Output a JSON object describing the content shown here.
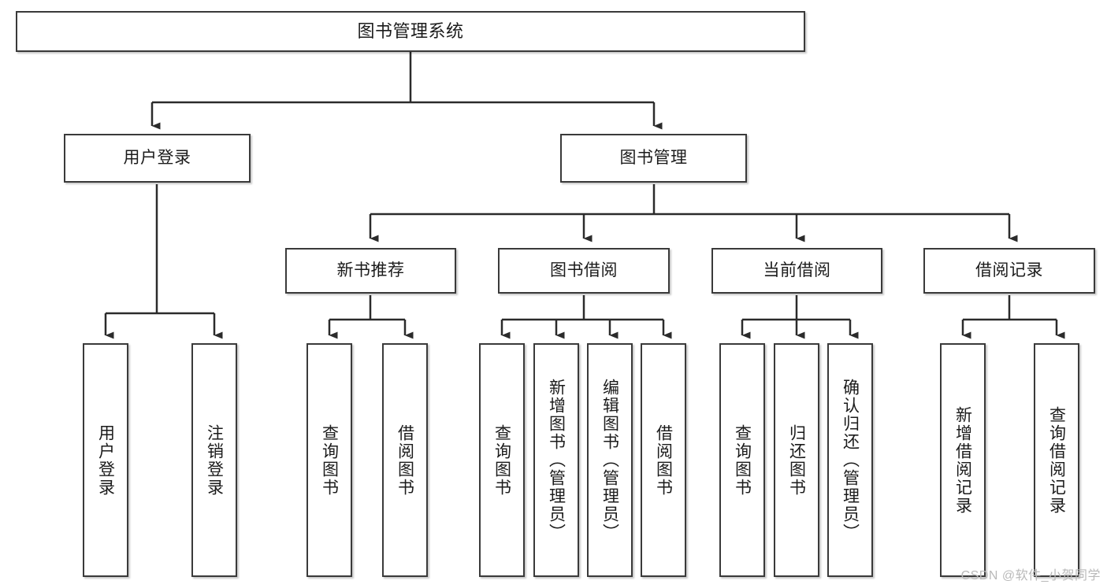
{
  "diagram": {
    "type": "tree-hierarchy",
    "title": "图书管理系统",
    "colors": {
      "box_border": "#3a3a3a",
      "box_fill": "#ffffff",
      "connector": "#2b2b2b",
      "text": "#1b1b1b",
      "watermark": "#b9b9b9",
      "background": "#ffffff"
    },
    "watermark": "CSDN @软件_小贺同学",
    "nodes": {
      "root": {
        "label": "图书管理系统"
      },
      "level2": [
        {
          "id": "user-login",
          "label": "用户登录"
        },
        {
          "id": "book-management",
          "label": "图书管理"
        }
      ],
      "level3": [
        {
          "id": "new-book-recommend",
          "label": "新书推荐"
        },
        {
          "id": "book-borrow",
          "label": "图书借阅"
        },
        {
          "id": "current-borrow",
          "label": "当前借阅"
        },
        {
          "id": "borrow-record",
          "label": "借阅记录"
        }
      ],
      "leaves": {
        "user_login": [
          {
            "id": "leaf-user-login",
            "label": "用户登录"
          },
          {
            "id": "leaf-logout-login",
            "label": "注销登录"
          }
        ],
        "new_book_recommend": [
          {
            "id": "leaf-query-book-1",
            "label": "查询图书"
          },
          {
            "id": "leaf-borrow-book-1",
            "label": "借阅图书"
          }
        ],
        "book_borrow": [
          {
            "id": "leaf-query-book-2",
            "label": "查询图书"
          },
          {
            "id": "leaf-add-book",
            "label": "新增图书（管理员）"
          },
          {
            "id": "leaf-edit-book",
            "label": "编辑图书（管理员）"
          },
          {
            "id": "leaf-borrow-book-2",
            "label": "借阅图书"
          }
        ],
        "current_borrow": [
          {
            "id": "leaf-query-book-3",
            "label": "查询图书"
          },
          {
            "id": "leaf-return-book",
            "label": "归还图书"
          },
          {
            "id": "leaf-confirm-return",
            "label": "确认归还（管理员）"
          }
        ],
        "borrow_record": [
          {
            "id": "leaf-add-borrow-record",
            "label": "新增借阅记录"
          },
          {
            "id": "leaf-query-borrow-record",
            "label": "查询借阅记录"
          }
        ]
      }
    }
  }
}
